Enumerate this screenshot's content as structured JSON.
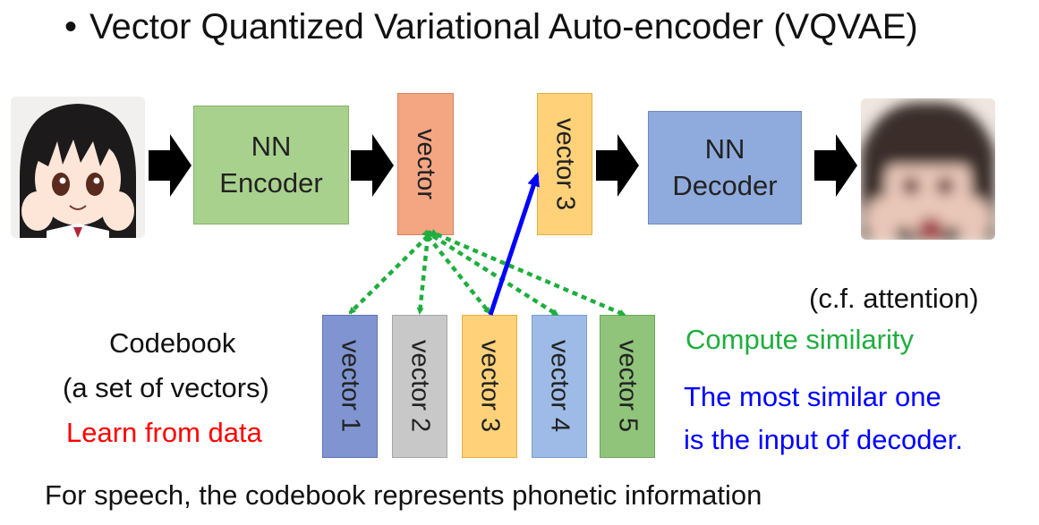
{
  "title": "Vector Quantized Variational Auto-encoder (VQVAE)",
  "bullet": "•",
  "encoder": {
    "line1": "NN",
    "line2": "Encoder"
  },
  "decoder": {
    "line1": "NN",
    "line2": "Decoder"
  },
  "vector_box": "vector",
  "selected_vector": "vector 3",
  "codebook": {
    "vectors": [
      {
        "label": "vector 1",
        "color": "#7f94d0"
      },
      {
        "label": "vector 2",
        "color": "#c8c8c8"
      },
      {
        "label": "vector 3",
        "color": "#ffd27a"
      },
      {
        "label": "vector 4",
        "color": "#9dbbe6"
      },
      {
        "label": "vector 5",
        "color": "#8fc47a"
      }
    ],
    "label_line1": "Codebook",
    "label_line2": "(a set of vectors)",
    "learn_label": "Learn from data"
  },
  "annotations": {
    "cf_attention": "(c.f. attention)",
    "compute_similarity": "Compute similarity",
    "most_similar_line1": "The most similar one",
    "most_similar_line2": "is the input of decoder."
  },
  "footer": "For speech, the codebook represents phonetic information",
  "colors": {
    "encoder": "#a9d18e",
    "decoder": "#8faadc",
    "vector": "#f4a582",
    "selected": "#ffd27a",
    "similarity_arrows": "#1fae3e",
    "selection_arrow": "#0000ff",
    "learn_text": "#ff0000",
    "similarity_text": "#1fae3e",
    "decoder_text": "#0000ff"
  }
}
